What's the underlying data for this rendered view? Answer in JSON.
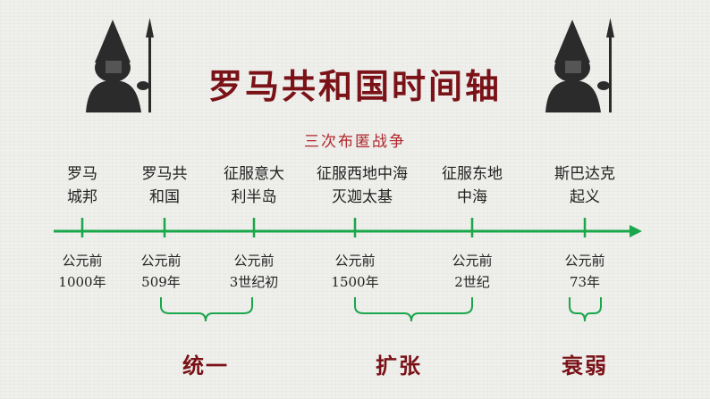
{
  "title": "罗马共和国时间轴",
  "subtitle": "三次布匿战争",
  "events": [
    {
      "label_1": "罗马",
      "label_2": "城邦"
    },
    {
      "label_1": "罗马共",
      "label_2": "和国"
    },
    {
      "label_1": "征服意大",
      "label_2": "利半岛"
    },
    {
      "label_1": "征服西地中海",
      "label_2": "灭迦太基"
    },
    {
      "label_1": "征服东地",
      "label_2": "中海"
    },
    {
      "label_1": "斯巴达克",
      "label_2": "起义"
    }
  ],
  "dates": [
    {
      "line_1": "公元前",
      "line_2": "1000年"
    },
    {
      "line_1": "公元前",
      "line_2": "509年"
    },
    {
      "line_1": "公元前",
      "line_2": "3世纪初"
    },
    {
      "line_1": "公元前",
      "line_2": "1500年"
    },
    {
      "line_1": "公元前",
      "line_2": "2世纪"
    },
    {
      "line_1": "公元前",
      "line_2": "73年"
    }
  ],
  "phases": [
    {
      "label": "统一"
    },
    {
      "label": "扩张"
    },
    {
      "label": "衰弱"
    }
  ],
  "colors": {
    "axis": "#1aa64a",
    "title": "#7a1217",
    "subtitle": "#b0262b",
    "soldier": "#2b2b2b"
  }
}
